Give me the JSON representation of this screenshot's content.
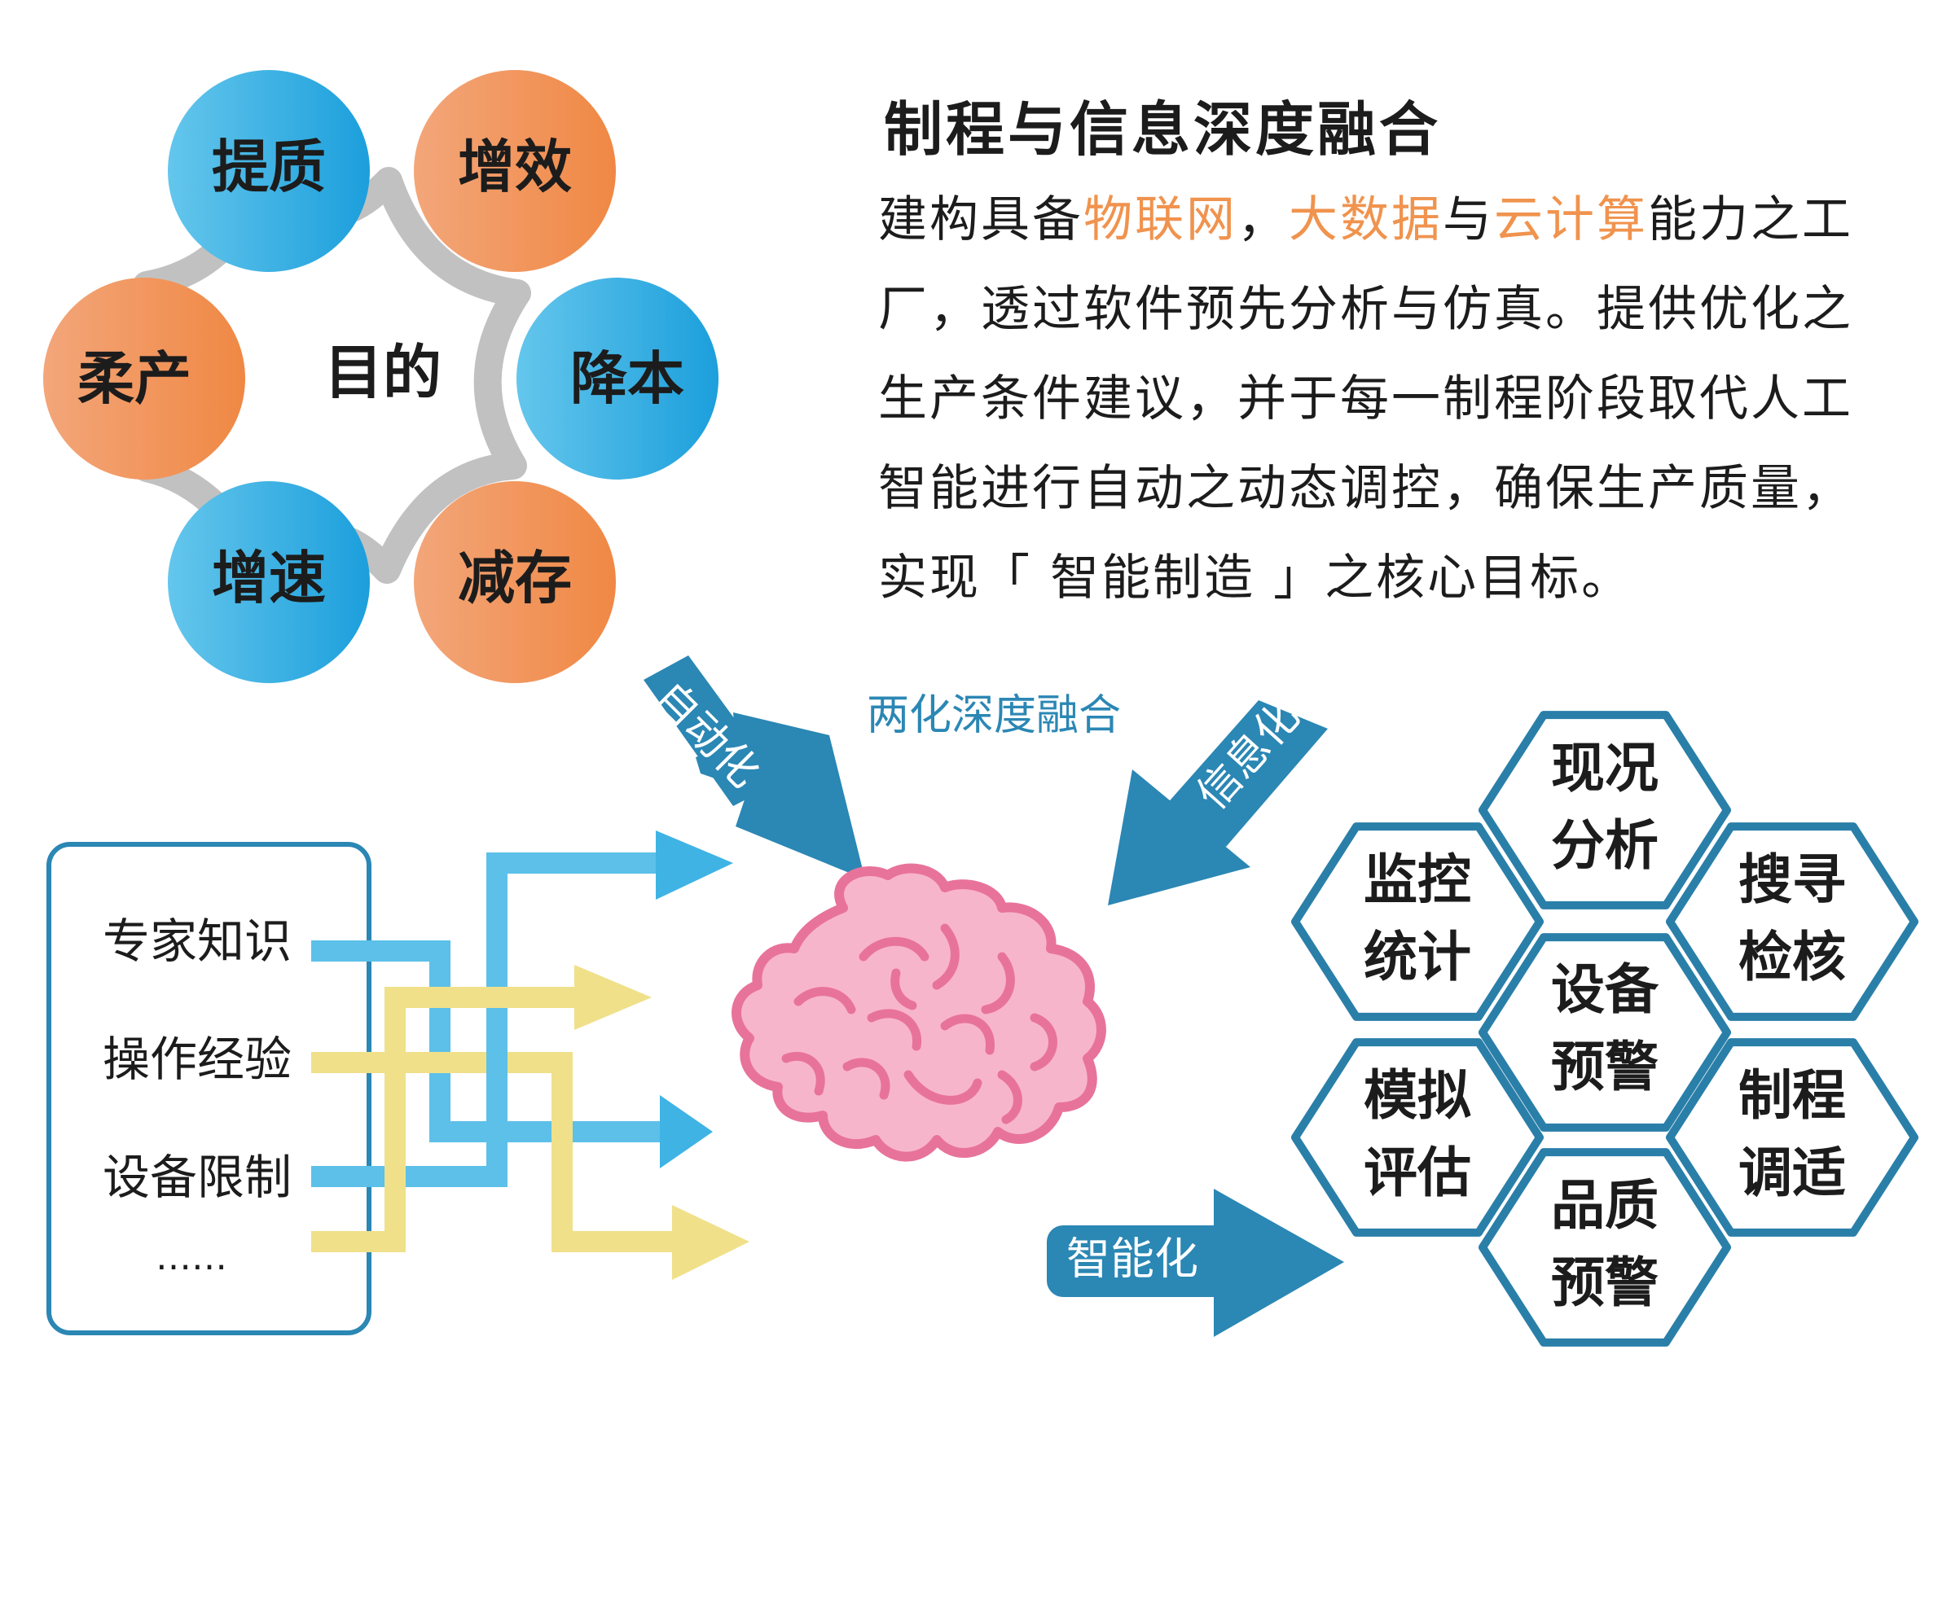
{
  "goal_cycle": {
    "center": "目的",
    "items": [
      {
        "label": "提质",
        "tone": "blue"
      },
      {
        "label": "增效",
        "tone": "orange"
      },
      {
        "label": "降本",
        "tone": "blue"
      },
      {
        "label": "减存",
        "tone": "orange"
      },
      {
        "label": "增速",
        "tone": "blue"
      },
      {
        "label": "柔产",
        "tone": "orange"
      }
    ]
  },
  "description": {
    "title": "制程与信息深度融合",
    "lines": [
      [
        {
          "text": "建构具备",
          "highlight": false
        },
        {
          "text": "物联网",
          "highlight": true
        },
        {
          "text": "，",
          "highlight": false
        },
        {
          "text": "大数据",
          "highlight": true
        },
        {
          "text": "与",
          "highlight": false
        },
        {
          "text": "云计算",
          "highlight": true
        },
        {
          "text": "能力之工",
          "highlight": false
        }
      ],
      [
        {
          "text": "厂，透过软件预先分析与仿真。提供优化之",
          "highlight": false
        }
      ],
      [
        {
          "text": "生产条件建议，并于每一制程阶段取代人工",
          "highlight": false
        }
      ],
      [
        {
          "text": "智能进行自动之动态调控，确保生产质量，",
          "highlight": false
        }
      ],
      [
        {
          "text": "实现「 智能制造 」之核心目标。",
          "highlight": false
        }
      ]
    ]
  },
  "integration": {
    "title": "两化深度融合",
    "automation": "自动化",
    "informatization": "信息化",
    "intelligence": "智能化"
  },
  "inputs": {
    "items": [
      "专家知识",
      "操作经验",
      "设备限制"
    ],
    "more": "……"
  },
  "capabilities": [
    {
      "lines": [
        "现况",
        "分析"
      ]
    },
    {
      "lines": [
        "监控",
        "统计"
      ]
    },
    {
      "lines": [
        "搜寻",
        "检核"
      ]
    },
    {
      "lines": [
        "设备",
        "预警"
      ]
    },
    {
      "lines": [
        "模拟",
        "评估"
      ]
    },
    {
      "lines": [
        "制程",
        "调适"
      ]
    },
    {
      "lines": [
        "品质",
        "预警"
      ]
    }
  ],
  "colors": {
    "blue": "#2fa7dd",
    "orange": "#f0894a",
    "dark_blue": "#2b87b4",
    "hex_stroke": "#2a7fa9",
    "ring_gray": "#c1c1c1",
    "brain_fill": "#f7b5cc",
    "brain_stroke": "#e8739a",
    "arrow_yellow": "#f0e08a",
    "arrow_blue": "#3fb3e4"
  }
}
